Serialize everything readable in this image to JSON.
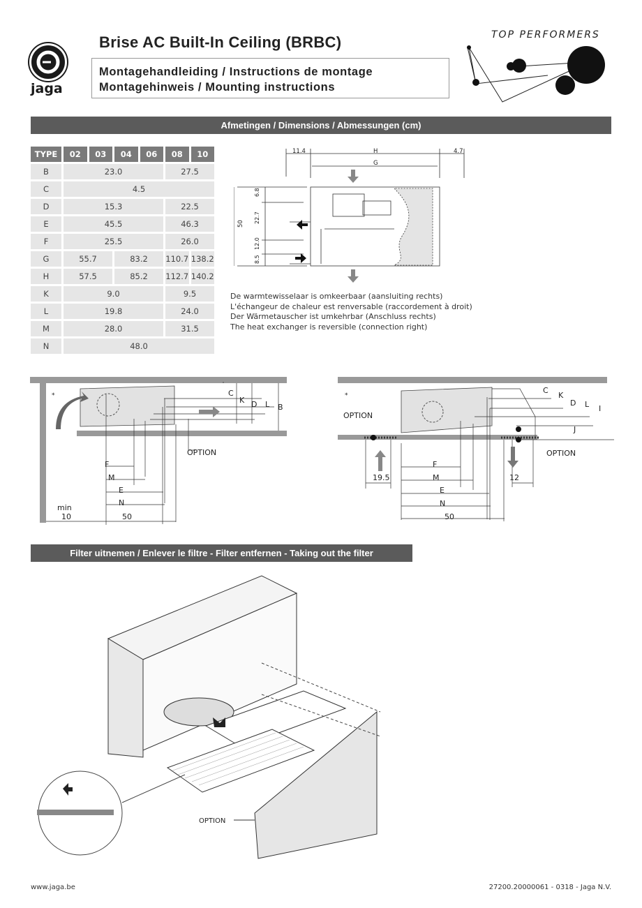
{
  "header": {
    "logo_text": "jaga",
    "title": "Brise AC Built-In Ceiling (BRBC)",
    "subtitle_1": "Montagehandleiding / Instructions de montage",
    "subtitle_2": "Montagehinweis / Mounting instructions",
    "badge_text": "TOP PERFORMERS"
  },
  "dimensions_section": {
    "title": "Afmetingen / Dimensions  / Abmessungen (cm)",
    "table": {
      "headers": [
        "TYPE",
        "02",
        "03",
        "04",
        "06",
        "08",
        "10"
      ],
      "rows": [
        {
          "label": "B",
          "cells": [
            {
              "v": "23.0",
              "span": 4
            },
            {
              "v": "27.5",
              "span": 2
            }
          ]
        },
        {
          "label": "C",
          "cells": [
            {
              "v": "4.5",
              "span": 6
            }
          ]
        },
        {
          "label": "D",
          "cells": [
            {
              "v": "15.3",
              "span": 4
            },
            {
              "v": "22.5",
              "span": 2
            }
          ]
        },
        {
          "label": "E",
          "cells": [
            {
              "v": "45.5",
              "span": 4
            },
            {
              "v": "46.3",
              "span": 2
            }
          ]
        },
        {
          "label": "F",
          "cells": [
            {
              "v": "25.5",
              "span": 4
            },
            {
              "v": "26.0",
              "span": 2
            }
          ]
        },
        {
          "label": "G",
          "cells": [
            {
              "v": "55.7",
              "span": 2
            },
            {
              "v": "83.2",
              "span": 2
            },
            {
              "v": "110.7",
              "span": 1
            },
            {
              "v": "138.2",
              "span": 1
            }
          ]
        },
        {
          "label": "H",
          "cells": [
            {
              "v": "57.5",
              "span": 2
            },
            {
              "v": "85.2",
              "span": 2
            },
            {
              "v": "112.7",
              "span": 1
            },
            {
              "v": "140.2",
              "span": 1
            }
          ]
        },
        {
          "label": "K",
          "cells": [
            {
              "v": "9.0",
              "span": 4
            },
            {
              "v": "9.5",
              "span": 2
            }
          ]
        },
        {
          "label": "L",
          "cells": [
            {
              "v": "19.8",
              "span": 4
            },
            {
              "v": "24.0",
              "span": 2
            }
          ]
        },
        {
          "label": "M",
          "cells": [
            {
              "v": "28.0",
              "span": 4
            },
            {
              "v": "31.5",
              "span": 2
            }
          ]
        },
        {
          "label": "N",
          "cells": [
            {
              "v": "48.0",
              "span": 6
            }
          ]
        }
      ]
    },
    "front_view": {
      "left": "11.4",
      "h": "H",
      "right": "4.7",
      "g": "G",
      "total": "50",
      "v1": "6.8",
      "v2": "22.7",
      "v3": "12.0",
      "v4": "8.5"
    },
    "notes": [
      "De warmtewisselaar is omkeerbaar (aansluiting rechts)",
      "L'échangeur de chaleur est renversable (raccordement à droit)",
      "Der Wärmetauscher ist umkehrbar (Anschluss rechts)",
      "The heat exchanger is reversible (connection right)"
    ],
    "side_left": {
      "c": "C",
      "k": "K",
      "d": "D",
      "l": "L",
      "b": "B",
      "option": "OPTION",
      "f": "F",
      "m": "M",
      "e": "E",
      "n": "N",
      "min": "min",
      "min_val": "10",
      "width": "50",
      "star": "*"
    },
    "side_right": {
      "c": "C",
      "k": "K",
      "d": "D",
      "l": "L",
      "i": "I",
      "j": "J",
      "option_left": "OPTION",
      "option_right": "OPTION",
      "f": "F",
      "m": "M",
      "e": "E",
      "n": "N",
      "w1": "19.5",
      "w2": "12",
      "width": "50",
      "star": "*"
    }
  },
  "filter_section": {
    "title": "Filter uitnemen / Enlever le filtre  - Filter entfernen  - Taking out the filter",
    "option": "OPTION"
  },
  "footer": {
    "website": "www.jaga.be",
    "code": "27200.20000061 - 0318 - Jaga N.V."
  }
}
